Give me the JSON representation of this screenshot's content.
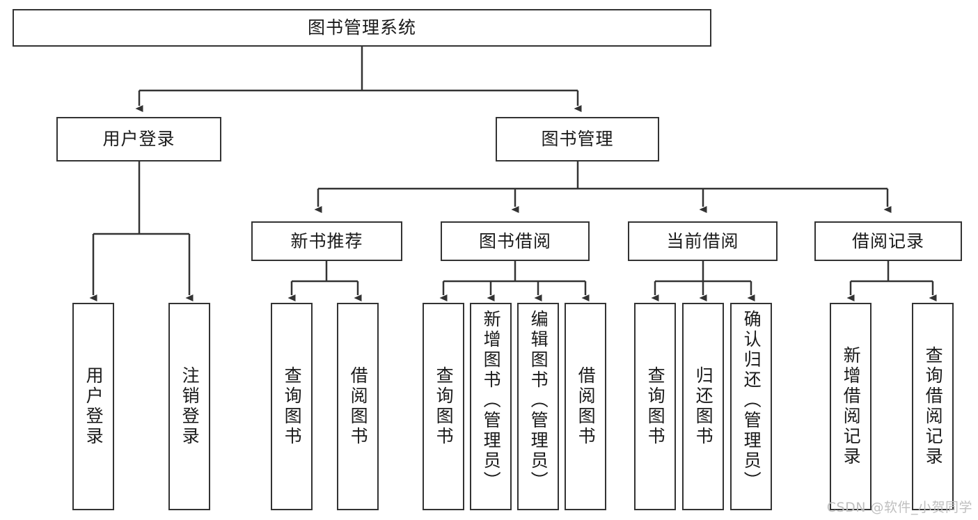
{
  "diagram": {
    "title": "图书管理系统",
    "type": "tree-hierarchy-chart",
    "watermark": "CSDN @软件_小贺同学",
    "colors": {
      "node_border": "#333333",
      "node_fill": "#ffffff",
      "edge": "#333333",
      "text": "#1a1a1a",
      "watermark": "#bfbfbf"
    },
    "nodes": {
      "root": {
        "label": "图书管理系统"
      },
      "level1": [
        {
          "id": "user-login",
          "label": "用户登录"
        },
        {
          "id": "book-manage",
          "label": "图书管理"
        }
      ],
      "level2": [
        {
          "id": "new-book-recommend",
          "label": "新书推荐"
        },
        {
          "id": "book-borrow",
          "label": "图书借阅"
        },
        {
          "id": "current-borrow",
          "label": "当前借阅"
        },
        {
          "id": "borrow-record",
          "label": "借阅记录"
        }
      ],
      "leaves": {
        "user_login": [
          {
            "id": "leaf-user-login",
            "label": "用户登录"
          },
          {
            "id": "leaf-logout-login",
            "label": "注销登录"
          }
        ],
        "new_book_recommend": [
          {
            "id": "leaf-query-book-1",
            "label": "查询图书"
          },
          {
            "id": "leaf-borrow-book-1",
            "label": "借阅图书"
          }
        ],
        "book_borrow": [
          {
            "id": "leaf-query-book-2",
            "label": "查询图书"
          },
          {
            "id": "leaf-add-book",
            "label": "新增图书（管理员）"
          },
          {
            "id": "leaf-edit-book",
            "label": "编辑图书（管理员）"
          },
          {
            "id": "leaf-borrow-book-2",
            "label": "借阅图书"
          }
        ],
        "current_borrow": [
          {
            "id": "leaf-query-book-3",
            "label": "查询图书"
          },
          {
            "id": "leaf-return-book",
            "label": "归还图书"
          },
          {
            "id": "leaf-confirm-return",
            "label": "确认归还（管理员）"
          }
        ],
        "borrow_record": [
          {
            "id": "leaf-add-record",
            "label": "新增借阅记录"
          },
          {
            "id": "leaf-query-record",
            "label": "查询借阅记录"
          }
        ]
      }
    }
  }
}
